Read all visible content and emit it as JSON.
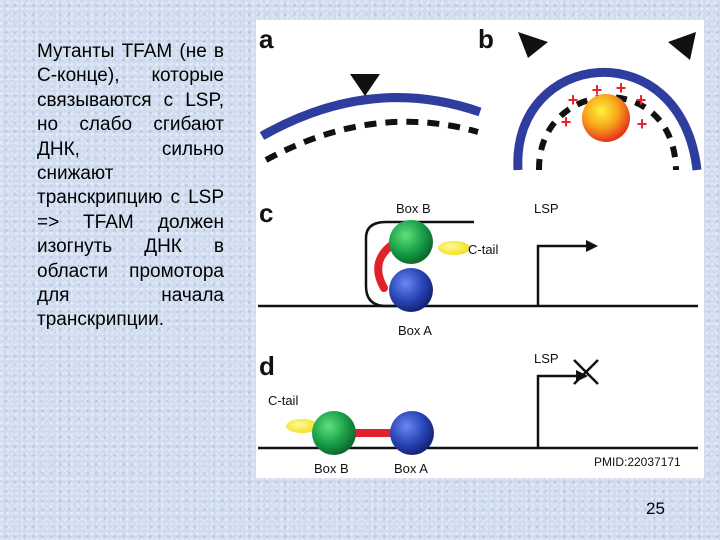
{
  "slide": {
    "body_text": "Мутанты TFAM (не в C-конце), которые связываются с LSP, но слабо сгибают ДНК, сильно снижают транскрипцию с LSP => TFAM должен изогнуть ДНК в области промотора для начала транскрипции.",
    "page_number": "25"
  },
  "figure": {
    "panel_a": "a",
    "panel_b": "b",
    "panel_c": "c",
    "panel_d": "d",
    "c_box_b": "Box B",
    "c_box_a": "Box A",
    "c_tail": "C-tail",
    "c_lsp": "LSP",
    "d_lsp": "LSP",
    "d_tail": "C-tail",
    "d_box_b": "Box B",
    "d_box_a": "Box A",
    "plus_sign": "+",
    "citation": "PMID:22037171"
  },
  "colors": {
    "dna_blue": "#2f3e9e",
    "linker_red": "#e0202a",
    "box_b_green": "#1aa14a",
    "box_a_blue": "#2a47b8",
    "tail_yellow": "#f2e21c",
    "plus_red": "#e8232a",
    "orange_ball": "#f7a21a"
  }
}
